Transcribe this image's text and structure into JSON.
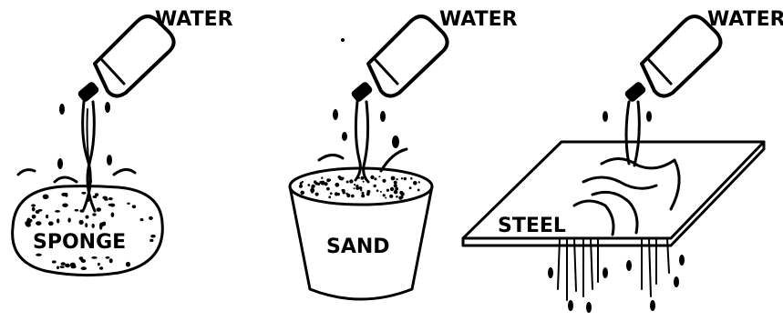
{
  "panels": [
    {
      "id": "sponge",
      "water_label": "WATER",
      "material_label": "SPONGE"
    },
    {
      "id": "sand",
      "water_label": "WATER",
      "material_label": "SAND"
    },
    {
      "id": "steel",
      "water_label": "WATER",
      "material_label": "STEEL"
    }
  ]
}
